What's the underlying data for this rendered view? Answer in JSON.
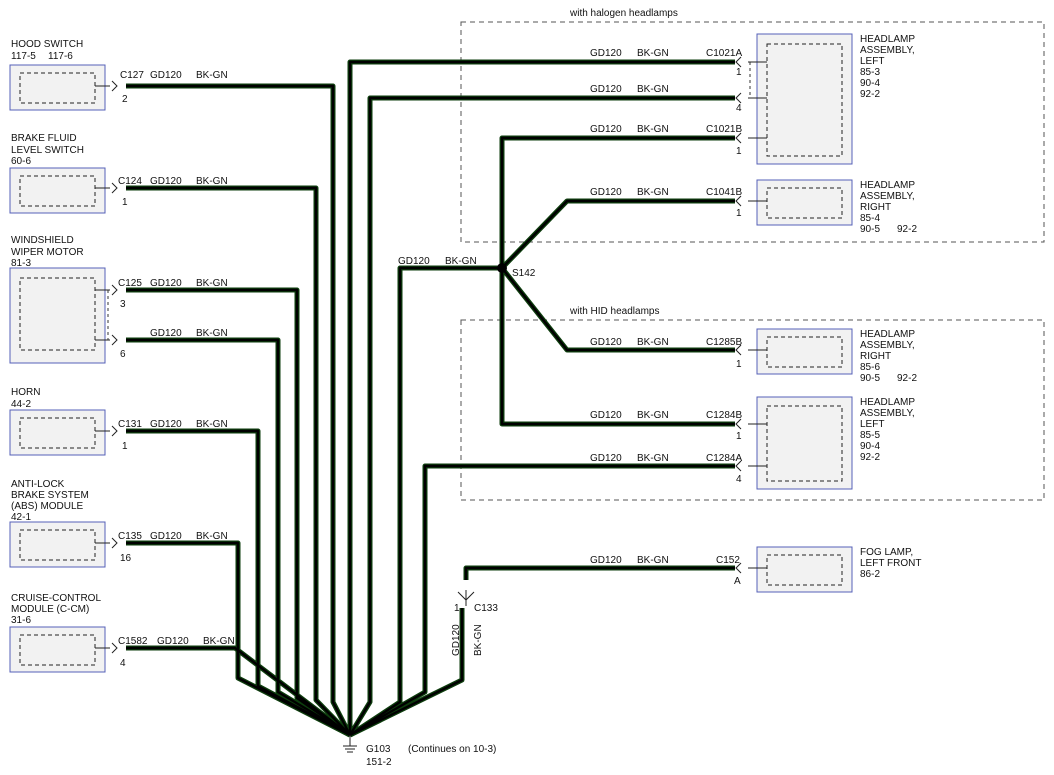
{
  "halogen_zone_label": "with halogen headlamps",
  "hid_zone_label": "with HID headlamps",
  "wire": {
    "circuit": "GD120",
    "color": "BK-GN"
  },
  "left_components": [
    {
      "name": "HOOD SWITCH",
      "refs": [
        "117-5",
        "117-6"
      ],
      "connector": "C127",
      "pin": "2"
    },
    {
      "name1": "BRAKE FLUID",
      "name2": "LEVEL SWITCH",
      "ref": "60-6",
      "connector": "C124",
      "pin": "1"
    },
    {
      "name1": "WINDSHIELD",
      "name2": "WIPER MOTOR",
      "ref": "81-3",
      "connector": "C125",
      "pin_a": "3",
      "pin_b": "6"
    },
    {
      "name": "HORN",
      "ref": "44-2",
      "connector": "C131",
      "pin": "1"
    },
    {
      "name1": "ANTI-LOCK",
      "name2": "BRAKE SYSTEM",
      "name3": "(ABS) MODULE",
      "ref": "42-1",
      "connector": "C135",
      "pin": "16"
    },
    {
      "name1": "CRUISE-CONTROL",
      "name2": "MODULE (C-CM)",
      "ref": "31-6",
      "connector": "C1582",
      "pin": "4"
    }
  ],
  "right_components": [
    {
      "name1": "HEADLAMP",
      "name2": "ASSEMBLY,",
      "name3": "LEFT",
      "refs": [
        "85-3",
        "90-4",
        "92-2"
      ],
      "connector_a": "C1021A",
      "pin_a1": "1",
      "pin_a2": "4",
      "connector_b": "C1021B",
      "pin_b": "1"
    },
    {
      "name1": "HEADLAMP",
      "name2": "ASSEMBLY,",
      "name3": "RIGHT",
      "refs": [
        "85-4",
        "90-5",
        "92-2"
      ],
      "connector": "C1041B",
      "pin": "1"
    },
    {
      "name1": "HEADLAMP",
      "name2": "ASSEMBLY,",
      "name3": "RIGHT",
      "refs": [
        "85-6",
        "90-5",
        "92-2"
      ],
      "connector": "C1285B",
      "pin": "1"
    },
    {
      "name1": "HEADLAMP",
      "name2": "ASSEMBLY,",
      "name3": "LEFT",
      "refs": [
        "85-5",
        "90-4",
        "92-2"
      ],
      "connector_b": "C1284B",
      "pin_b": "1",
      "connector_a": "C1284A",
      "pin_a": "4"
    },
    {
      "name1": "FOG LAMP,",
      "name2": "LEFT FRONT",
      "ref": "86-2",
      "connector": "C152",
      "pin": "A"
    }
  ],
  "splice": "S142",
  "inline_connector": {
    "name": "C133",
    "pin": "1"
  },
  "ground": {
    "name": "G103",
    "ref": "151-2",
    "note": "(Continues on 10-3)"
  }
}
